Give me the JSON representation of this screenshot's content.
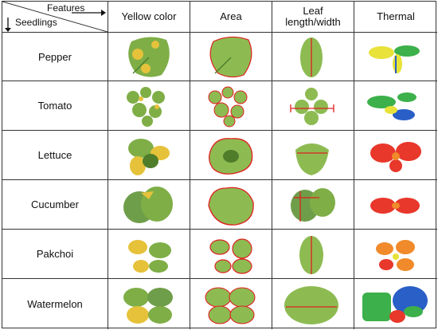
{
  "header": {
    "corner_top": "Features",
    "corner_bottom": "Seedlings",
    "columns": [
      "Yellow color",
      "Area",
      "Leaf\nlength/width",
      "Thermal"
    ]
  },
  "rows": [
    {
      "label": "Pepper"
    },
    {
      "label": "Tomato"
    },
    {
      "label": "Lettuce"
    },
    {
      "label": "Cucumber"
    },
    {
      "label": "Pakchoi"
    },
    {
      "label": "Watermelon"
    }
  ],
  "colors": {
    "leaf_green": "#7fae47",
    "leaf_dark": "#4f7d2a",
    "yellow": "#e6c23a",
    "outline_red": "#e02020",
    "thermal_red": "#e8372b",
    "thermal_orange": "#f08a2a",
    "thermal_yellow": "#e8e23a",
    "thermal_green": "#3cb04a",
    "thermal_blue": "#2a5fc8"
  }
}
